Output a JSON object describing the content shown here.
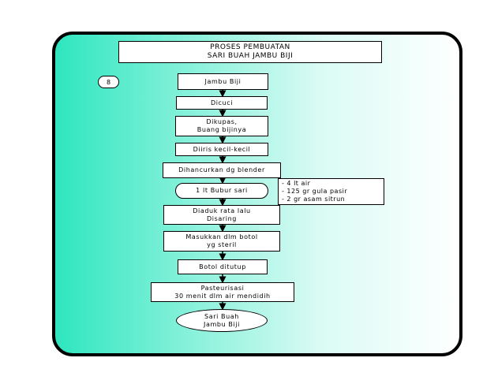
{
  "title": {
    "line1": "PROSES PEMBUATAN",
    "line2": "SARI BUAH JAMBU BIJI"
  },
  "badge": "8",
  "steps": {
    "s1": "Jambu Biji",
    "s2": "Dicuci",
    "s3": "Dikupas,\nBuang bijinya",
    "s4": "Diiris kecil-kecil",
    "s5": "Dihancurkan dg blender",
    "s6": "1 lt Bubur sari",
    "s7": "Diaduk rata lalu\nDisaring",
    "s8": "Masukkan dlm botol\nyg steril",
    "s9": "Botol ditutup",
    "s10": "Pasteurisasi\n30 menit dlm air mendidih",
    "s11": "Sari Buah\nJambu Biji"
  },
  "ingredients": [
    "- 4 lt air",
    "- 125 gr gula pasir",
    "- 2 gr asam sitrun"
  ],
  "colors": {
    "panel_gradient_start": "#2ee6bf",
    "panel_gradient_end": "#ffffff",
    "outline": "#000000"
  }
}
